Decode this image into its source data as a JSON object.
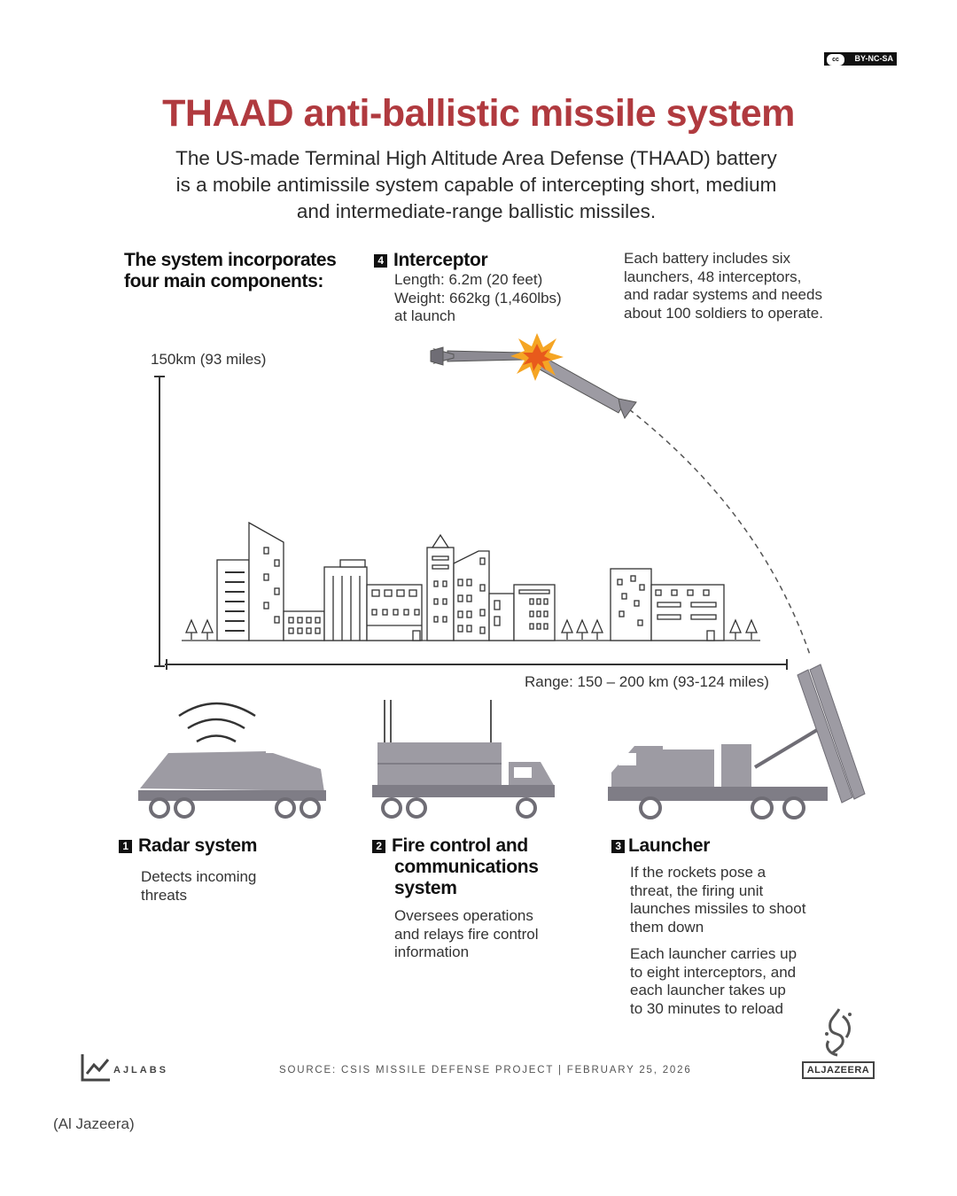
{
  "license_badge": "BY-NC-SA",
  "title": "THAAD anti-ballistic missile system",
  "subtitle": [
    "The US-made Terminal High Altitude Area Defense (THAAD) battery",
    "is a mobile antimissile system capable of intercepting short, medium",
    "and intermediate-range ballistic missiles."
  ],
  "intro": [
    "The system incorporates",
    "four main components:"
  ],
  "interceptor": {
    "number": "4",
    "title": "Interceptor",
    "details": [
      "Length: 6.2m (20 feet)",
      "Weight: 662kg (1,460lbs)",
      "at launch"
    ]
  },
  "battery_note": [
    "Each battery includes six",
    "launchers, 48 interceptors,",
    "and radar systems and needs",
    "about 100 soldiers to operate."
  ],
  "altitude_label": "150km (93 miles)",
  "range_label": "Range: 150 – 200 km (93-124 miles)",
  "components": [
    {
      "number": "1",
      "title": [
        "Radar system"
      ],
      "body": [
        [
          "Detects incoming",
          "threats"
        ]
      ]
    },
    {
      "number": "2",
      "title": [
        "Fire control and",
        "communications",
        "system"
      ],
      "body": [
        [
          "Oversees operations",
          "and relays fire control",
          "information"
        ]
      ]
    },
    {
      "number": "3",
      "title": [
        "Launcher"
      ],
      "body": [
        [
          "If the rockets pose a",
          "threat, the firing unit",
          "launches missiles to shoot",
          "them down"
        ],
        [
          "Each launcher carries up",
          "to eight interceptors, and",
          "each launcher takes up",
          "to 30 minutes to reload"
        ]
      ]
    }
  ],
  "logo_ajlabs": "AJLABS",
  "source": "SOURCE:  CSIS MISSILE DEFENSE PROJECT  |  FEBRUARY 25, 2026",
  "logo_aljazeera": "ALJAZEERA",
  "caption": "(Al Jazeera)",
  "colors": {
    "title": "#b03a3f",
    "vehicle_fill": "#9d9ba3",
    "vehicle_dark": "#6f6d75",
    "explosion": "#e85a1c"
  }
}
